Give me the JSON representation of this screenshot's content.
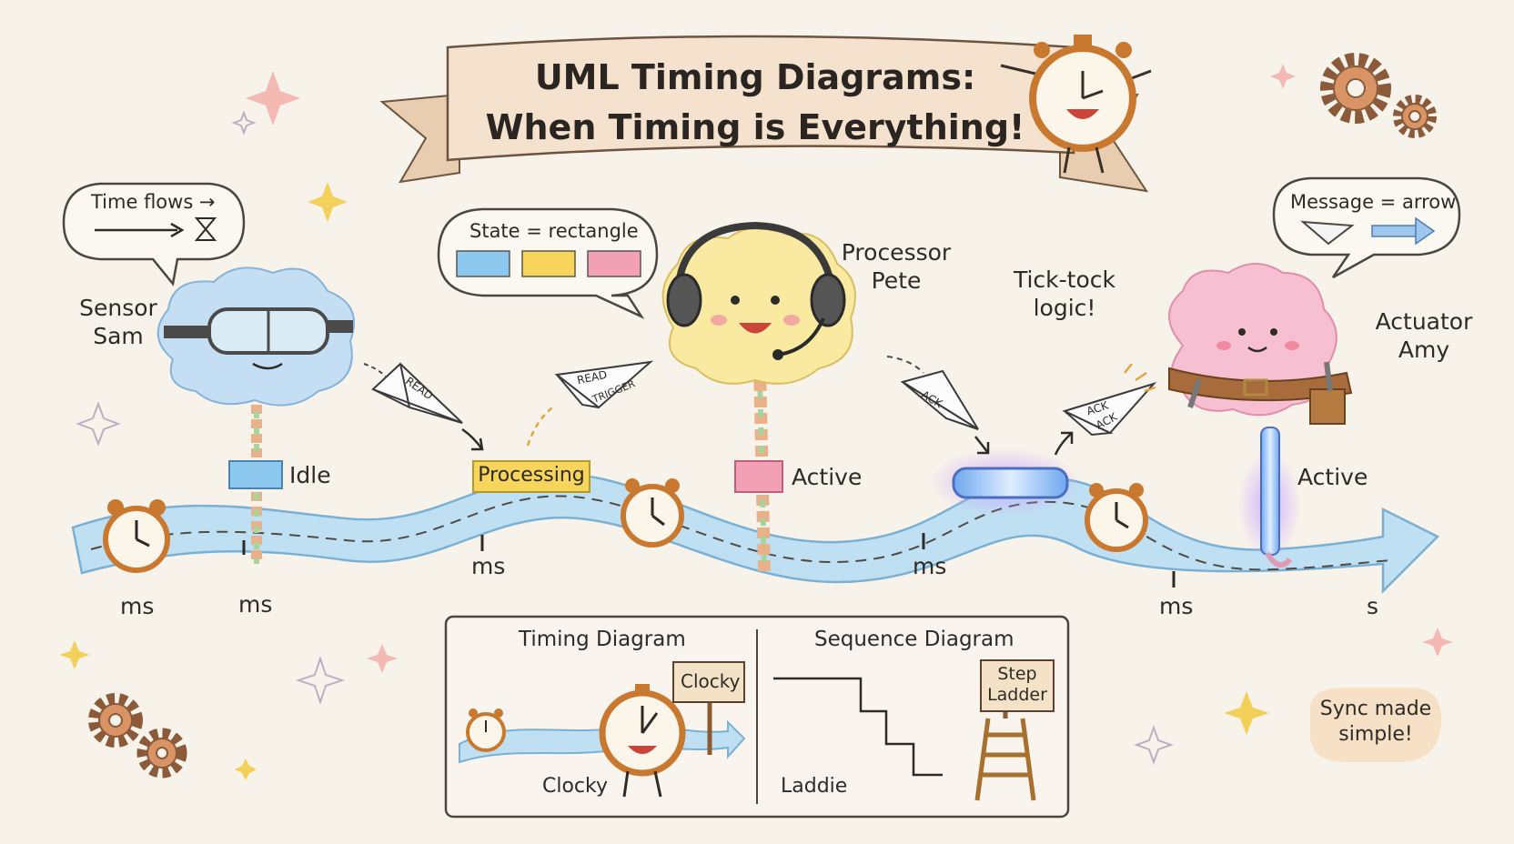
{
  "title": "UML Timing Diagrams:\nWhen Timing is Everything!",
  "bubbles": {
    "time_flows": "Time flows →",
    "state_rectangle": "State = rectangle",
    "message_arrow": "Message = arrow"
  },
  "characters": {
    "sensor": "Sensor\nSam",
    "processor": "Processor\nPete",
    "actuator": "Actuator\nAmy"
  },
  "annotation": "Tick-tock\nlogic!",
  "states": {
    "idle": "Idle",
    "processing": "Processing",
    "active_1": "Active",
    "active_2": "Active"
  },
  "messages": {
    "read": "READ",
    "read_trigger_1": "READ",
    "read_trigger_2": "TRIGGER",
    "ack": "ACK",
    "ack_2a": "ACK",
    "ack_2b": "ACK"
  },
  "ticks": [
    "ms",
    "ms",
    "ms",
    "ms",
    "ms",
    "s"
  ],
  "comparison": {
    "timing_heading": "Timing Diagram",
    "sequence_heading": "Sequence Diagram",
    "clocky_sign": "Clocky",
    "clocky_name": "Clocky",
    "ladder_sign": "Step\nLadder",
    "ladder_name": "Laddie"
  },
  "sync_note": "Sync made\nsimple!",
  "colors": {
    "background": "#f8f3ea",
    "river": "#bfe0f2",
    "state_blue": "#8cc8ee",
    "state_yellow": "#f6d55a",
    "state_pink": "#f2a0b6",
    "cloud_blue": "#c4def4",
    "cloud_yellow": "#fae9a0",
    "cloud_pink": "#f6c0d2",
    "ribbon": "#f2ddc6",
    "clock_orange": "#d58a3c"
  }
}
